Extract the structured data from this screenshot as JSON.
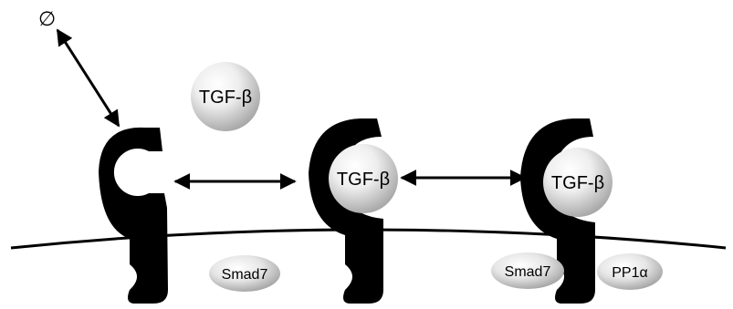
{
  "diagram": {
    "degradation_symbol": "∅",
    "ligand": {
      "label": "TGF-β"
    },
    "smad7": {
      "label": "Smad7"
    },
    "pp1": {
      "label": "PP1α"
    },
    "colors": {
      "receptor": "#000000",
      "membrane": "#000000",
      "ligand_light": "#ffffff",
      "ligand_dark": "#a8a8a8",
      "background": "#ffffff"
    }
  }
}
